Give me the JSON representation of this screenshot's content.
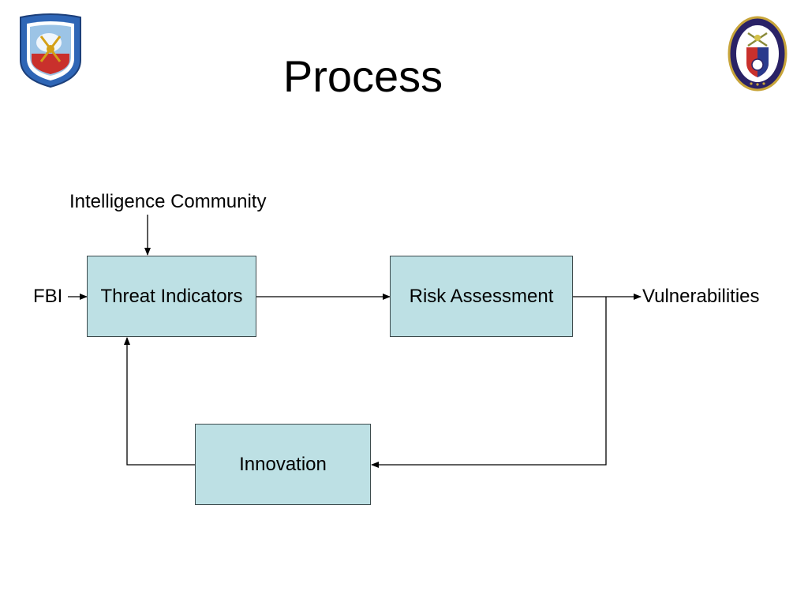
{
  "slide": {
    "title": "Process"
  },
  "diagram": {
    "inputs": {
      "top": "Intelligence Community",
      "left": "FBI"
    },
    "nodes": {
      "threat": "Threat Indicators",
      "risk": "Risk Assessment",
      "innovation": "Innovation"
    },
    "output": "Vulnerabilities"
  },
  "logos": {
    "left": "national-defense-university-cstnsp-seal",
    "right": "national-defense-university-seal"
  }
}
